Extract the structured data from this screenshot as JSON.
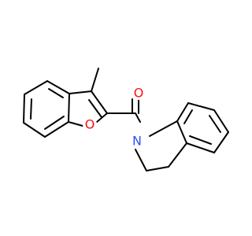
{
  "molecule": {
    "atoms": {
      "oxygen_carbonyl": {
        "label": "O",
        "color": "#ff0d0d"
      },
      "oxygen_furan": {
        "label": "O",
        "color": "#ff0d0d"
      },
      "nitrogen_indoline": {
        "label": "N",
        "color": "#3050f8"
      }
    },
    "bond_color": "#000000",
    "background": "#ffffff"
  }
}
